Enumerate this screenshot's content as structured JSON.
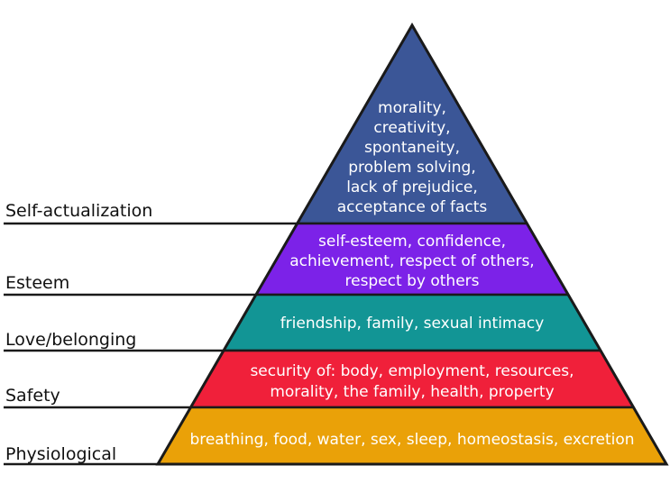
{
  "colors": {
    "outline": "#1a1a1a",
    "text": "#ffffff",
    "label": "#111111"
  },
  "levels": [
    {
      "name": "Self-actualization",
      "color": "#3b5697",
      "lines": [
        "morality,",
        "creativity,",
        "spontaneity,",
        "problem solving,",
        "lack of prejudice,",
        "acceptance of facts"
      ]
    },
    {
      "name": "Esteem",
      "color": "#7c22e8",
      "lines": [
        "self-esteem, confidence,",
        "achievement, respect of others,",
        "respect by others"
      ]
    },
    {
      "name": "Love/belonging",
      "color": "#129595",
      "lines": [
        "friendship, family, sexual intimacy"
      ]
    },
    {
      "name": "Safety",
      "color": "#f0203a",
      "lines": [
        "security of: body, employment, resources,",
        "morality, the family, health, property"
      ]
    },
    {
      "name": "Physiological",
      "color": "#eaa108",
      "lines": [
        "breathing, food, water, sex, sleep, homeostasis, excretion"
      ]
    }
  ]
}
